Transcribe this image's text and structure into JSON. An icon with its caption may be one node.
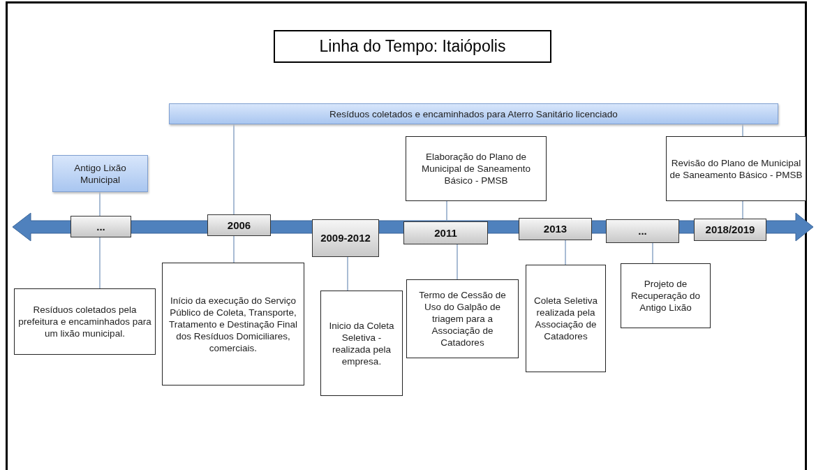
{
  "diagram": {
    "title": "Linha do Tempo: Itaiópolis",
    "nodes": [
      {
        "text": [
          "Resíduos coletados e encaminhados para Aterro Sanitário licenciado"
        ]
      },
      {
        "text": [
          "Antigo Lixão Municipal"
        ]
      },
      {
        "text": [
          "Elaboração do Plano de Municipal de Saneamento Básico - PMSB"
        ]
      },
      {
        "text": [
          "Revisão do Plano de Municipal de Saneamento Básico - PMSB"
        ]
      },
      {
        "text": [
          "..."
        ]
      },
      {
        "text": [
          "2006"
        ]
      },
      {
        "text": [
          "2009-2012"
        ]
      },
      {
        "text": [
          "2011"
        ]
      },
      {
        "text": [
          "2013"
        ]
      },
      {
        "text": [
          "..."
        ]
      },
      {
        "text": [
          "2018/2019"
        ]
      },
      {
        "text": [
          "Resíduos coletados pela prefeitura e encaminhados para um lixão municipal."
        ]
      },
      {
        "text": [
          "Início da execução do Serviço Público de Coleta, Transporte, Tratamento e Destinação Final dos Resíduos Domiciliares, comerciais."
        ]
      },
      {
        "text": [
          "Inicio da Coleta Seletiva - realizada pela empresa."
        ]
      },
      {
        "text": [
          "Termo de Cessão de Uso do Galpão de triagem para a Associação de Catadores"
        ]
      },
      {
        "text": [
          "Coleta Seletiva realizada pela Associação de Catadores"
        ]
      },
      {
        "text": [
          "Projeto de Recuperação do Antigo Lixão"
        ]
      }
    ],
    "edges": [
      {
        "from": 1,
        "to": 4,
        "arrow": "none"
      },
      {
        "from": 4,
        "to": 11,
        "arrow": "none"
      },
      {
        "from": 0,
        "to": 5,
        "arrow": "none"
      },
      {
        "from": 5,
        "to": 12,
        "arrow": "none"
      },
      {
        "from": 6,
        "to": 13,
        "arrow": "none"
      },
      {
        "from": 2,
        "to": 7,
        "arrow": "none"
      },
      {
        "from": 7,
        "to": 14,
        "arrow": "none"
      },
      {
        "from": 8,
        "to": 15,
        "arrow": "none"
      },
      {
        "from": 9,
        "to": 16,
        "arrow": "none"
      },
      {
        "from": 0,
        "to": 3,
        "arrow": "none"
      },
      {
        "from": 3,
        "to": 10,
        "arrow": "none"
      }
    ]
  }
}
